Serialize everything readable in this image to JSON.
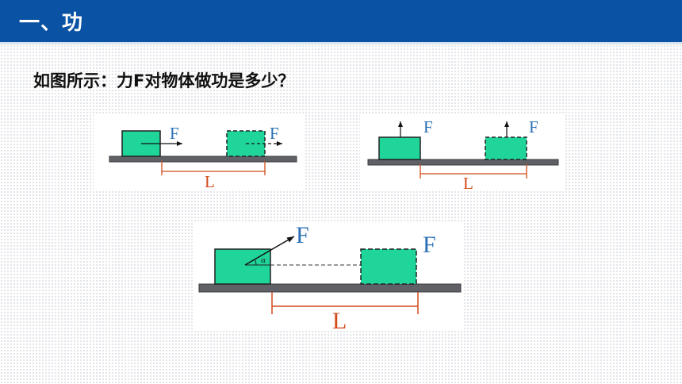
{
  "header": {
    "title": "一、功"
  },
  "question": "如图所示：力F对物体做功是多少？",
  "diagrams": [
    {
      "force_label_start": "F",
      "force_label_end": "F",
      "distance_label": "L"
    },
    {
      "force_label_start": "F",
      "force_label_end": "F",
      "distance_label": "L"
    },
    {
      "force_label_start": "F",
      "force_label_end": "F",
      "distance_label": "L",
      "angle_label": "α"
    }
  ],
  "colors": {
    "header_bg": "#0a52a3",
    "block_fill": "#1fd59a",
    "force_label": "#2a6fb5",
    "distance_marker": "#d24a1a",
    "ground": "#5f6167"
  }
}
